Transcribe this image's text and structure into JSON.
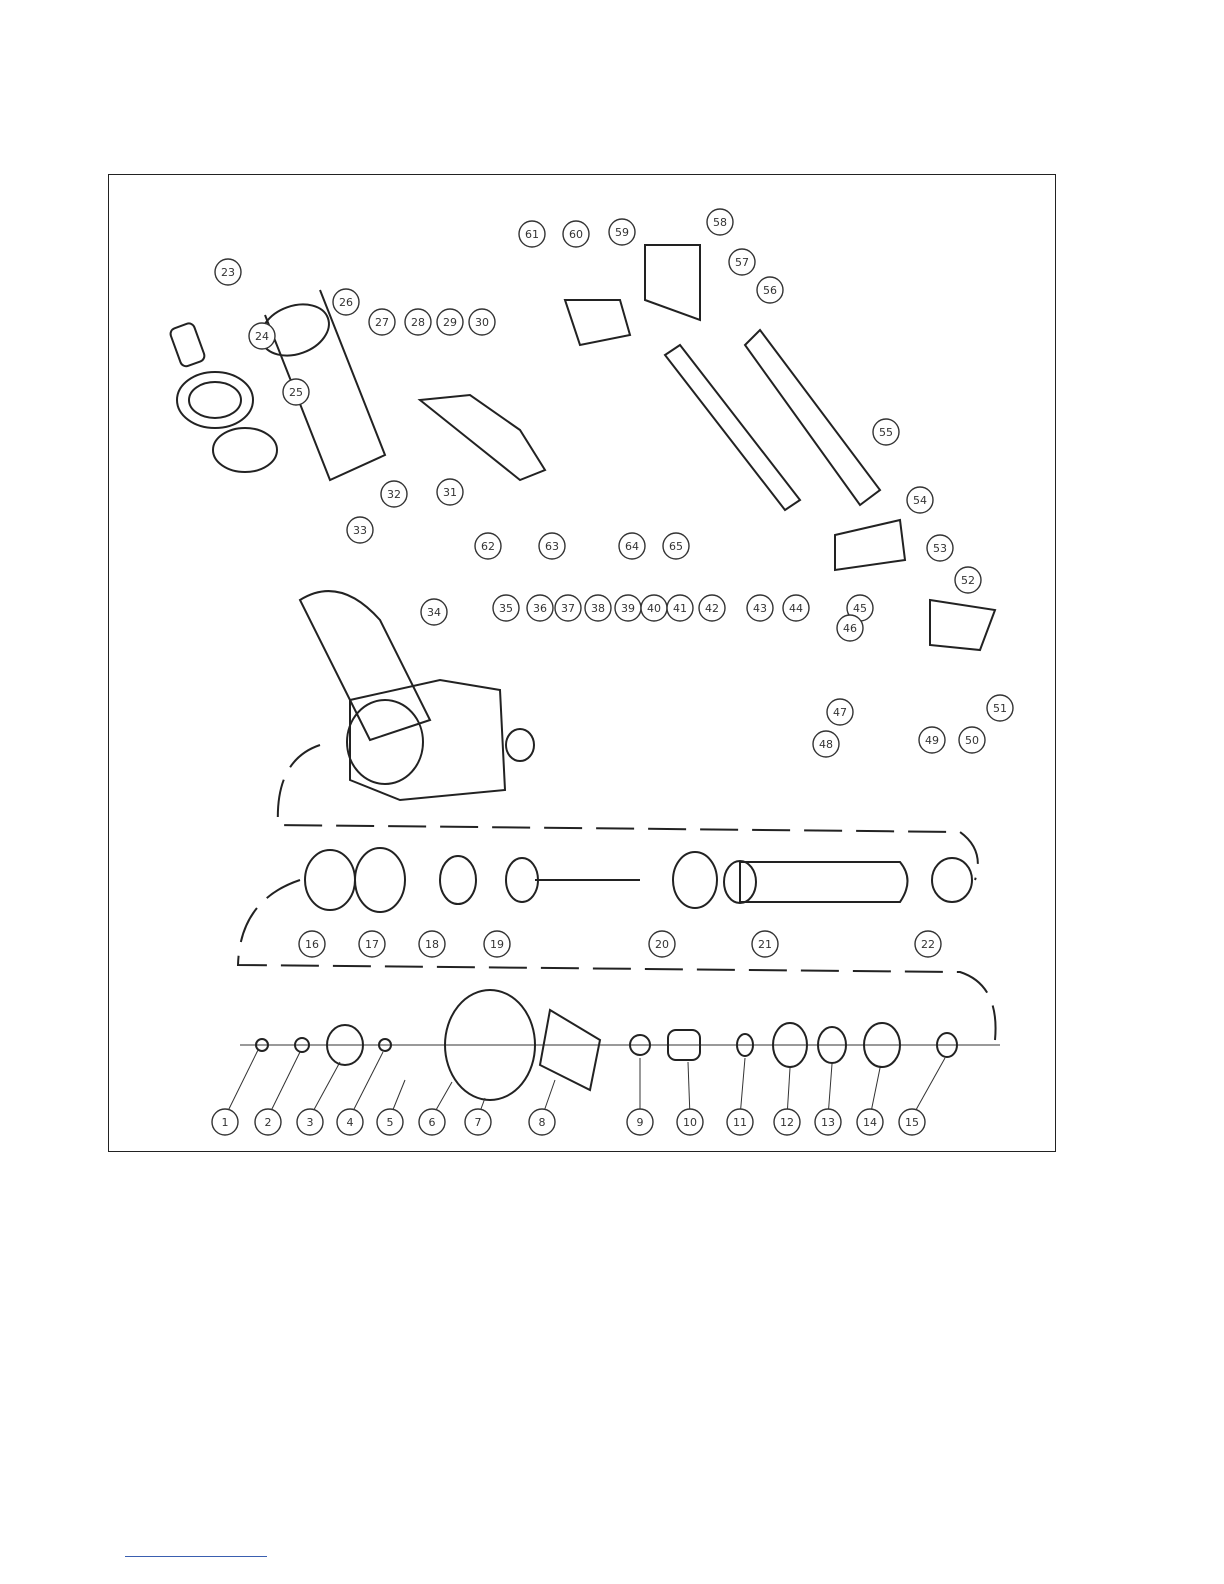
{
  "diagram": {
    "type": "exploded-parts-view",
    "callouts_bottom_row": [
      "1",
      "2",
      "3",
      "4",
      "5",
      "6",
      "7",
      "8",
      "9",
      "10",
      "11",
      "12",
      "13",
      "14",
      "15"
    ],
    "callouts_middle_row": [
      "16",
      "17",
      "18",
      "19",
      "20",
      "21",
      "22"
    ],
    "callouts_upper": [
      "23",
      "24",
      "25",
      "26",
      "27",
      "28",
      "29",
      "30",
      "31",
      "32",
      "33",
      "34",
      "35",
      "36",
      "37",
      "38",
      "39",
      "40",
      "41",
      "42",
      "43",
      "44",
      "45",
      "46",
      "47",
      "48",
      "49",
      "50",
      "51",
      "52",
      "53",
      "54",
      "55",
      "56",
      "57",
      "58",
      "59",
      "60",
      "61",
      "62",
      "63",
      "64",
      "65"
    ]
  },
  "colors": {
    "line": "#222222",
    "footer_rule": "#3a5fb0"
  }
}
